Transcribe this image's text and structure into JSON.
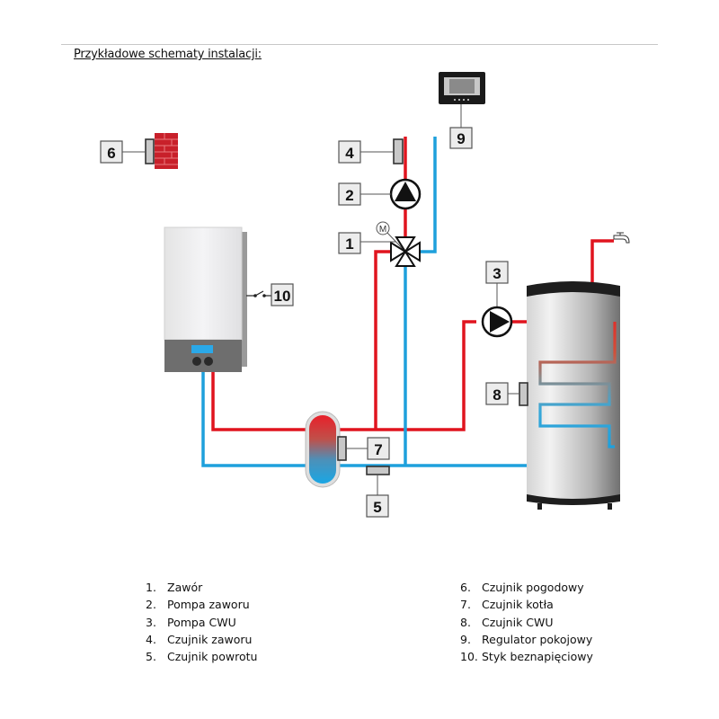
{
  "heading": "Przykładowe schematy instalacji:",
  "colors": {
    "supply_pipe": "#e0141e",
    "return_pipe": "#1ea0dc",
    "wall": "#c8202a",
    "label_box": "#ececec",
    "boiler_display": "#2aa8e8"
  },
  "diagram": {
    "labels": {
      "valve": "1",
      "valve_pump": "2",
      "dhw_pump": "3",
      "valve_sensor": "4",
      "return_sensor": "5",
      "weather_sensor": "6",
      "boiler_sensor": "7",
      "dhw_sensor": "8",
      "room_regulator": "9",
      "voltage_free_contact": "10"
    },
    "motor_symbol": "M"
  },
  "legend": {
    "left": [
      {
        "num": "1.",
        "text": "Zawór"
      },
      {
        "num": "2.",
        "text": "Pompa zaworu"
      },
      {
        "num": "3.",
        "text": "Pompa CWU"
      },
      {
        "num": "4.",
        "text": "Czujnik zaworu"
      },
      {
        "num": "5.",
        "text": "Czujnik powrotu"
      }
    ],
    "right": [
      {
        "num": "6.",
        "text": "Czujnik pogodowy"
      },
      {
        "num": "7.",
        "text": "Czujnik kotła"
      },
      {
        "num": "8.",
        "text": "Czujnik CWU"
      },
      {
        "num": "9.",
        "text": "Regulator pokojowy"
      },
      {
        "num": "10.",
        "text": "Styk beznapięciowy"
      }
    ]
  }
}
